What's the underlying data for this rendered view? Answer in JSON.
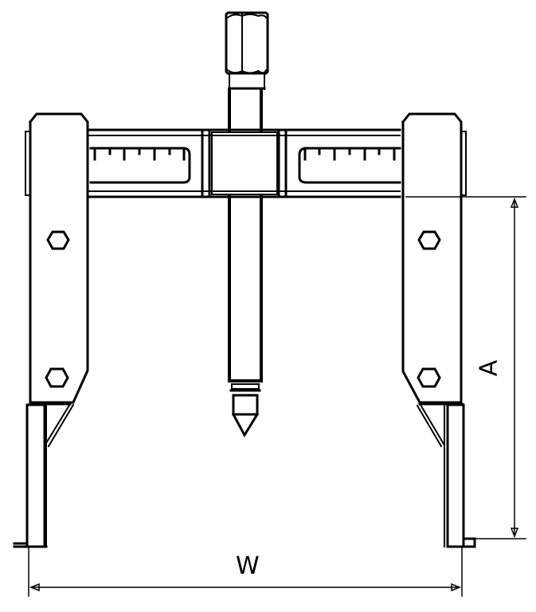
{
  "diagram": {
    "subject": "Two-jaw gear puller",
    "view": "Front elevation line drawing",
    "colors": {
      "line": "#000000",
      "background": "#ffffff"
    }
  },
  "dimensions": {
    "width": {
      "label": "W",
      "description": "Max jaw spread across outer jaw tips"
    },
    "reach": {
      "label": "A",
      "description": "Reach from crossbar underside to jaw tip"
    }
  },
  "parts": [
    {
      "id": "hex-drive-head",
      "name": "Hex drive head"
    },
    {
      "id": "forcing-screw",
      "name": "Forcing screw / spindle"
    },
    {
      "id": "screw-point",
      "name": "Conical screw tip"
    },
    {
      "id": "crossbar",
      "name": "Slotted crossbar with scale"
    },
    {
      "id": "center-block",
      "name": "Center block / nut"
    },
    {
      "id": "left-arm",
      "name": "Left arm"
    },
    {
      "id": "right-arm",
      "name": "Right arm"
    },
    {
      "id": "left-jaw",
      "name": "Left jaw"
    },
    {
      "id": "right-jaw",
      "name": "Right jaw"
    },
    {
      "id": "pivot-bolts",
      "name": "Hex pivot bolts (4)"
    }
  ]
}
